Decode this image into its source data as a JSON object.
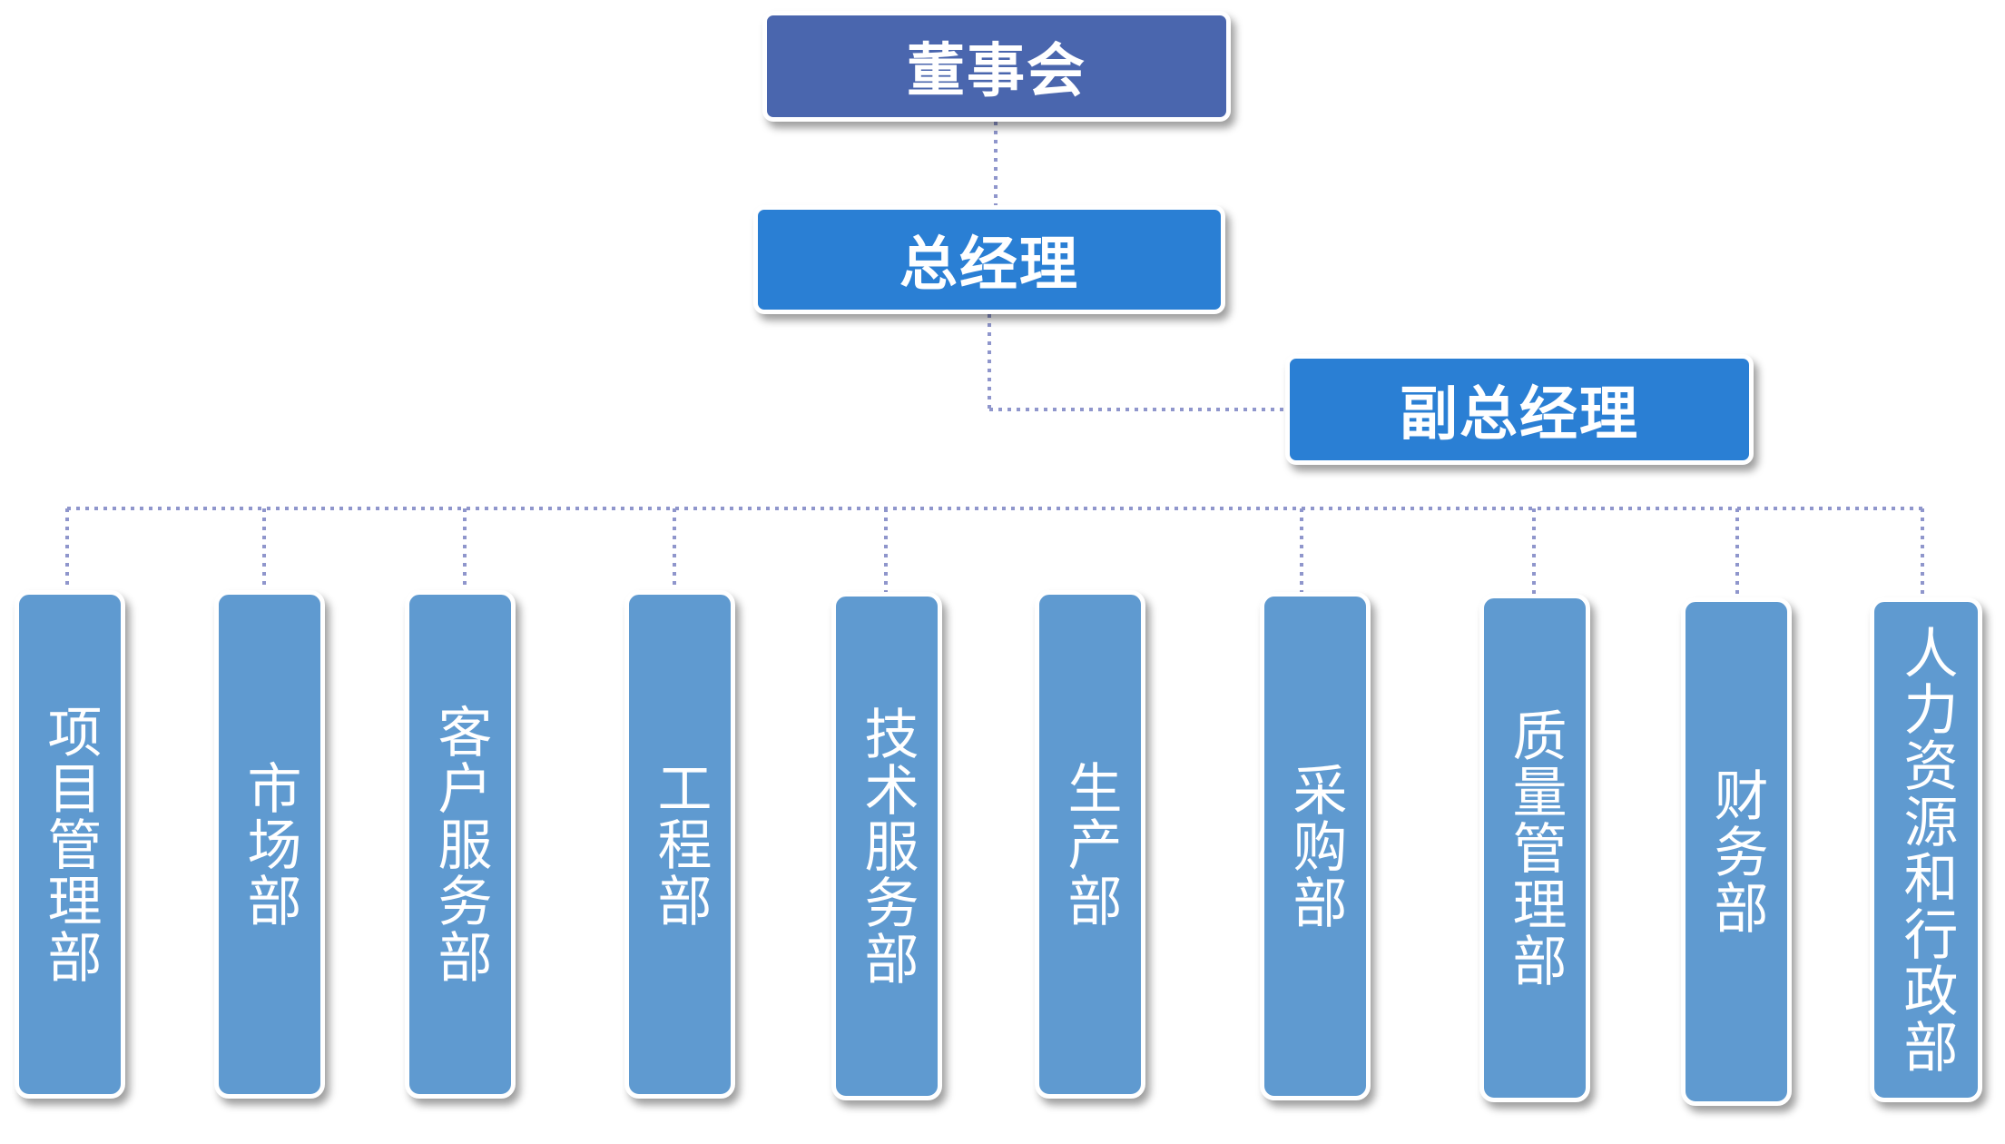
{
  "org_chart": {
    "board": "董事会",
    "general_manager": "总经理",
    "deputy_general_manager": "副总经理",
    "departments": [
      "项目管理部",
      "市场部",
      "客户服务部",
      "工程部",
      "技术服务部",
      "生产部",
      "采购部",
      "质量管理部",
      "财务部",
      "人力资源和行政部"
    ]
  },
  "colors": {
    "board_fill": "#4a66ae",
    "manager_fill": "#2a7fd4",
    "department_fill": "#5f9ad0",
    "connector": "#8f96cc"
  }
}
